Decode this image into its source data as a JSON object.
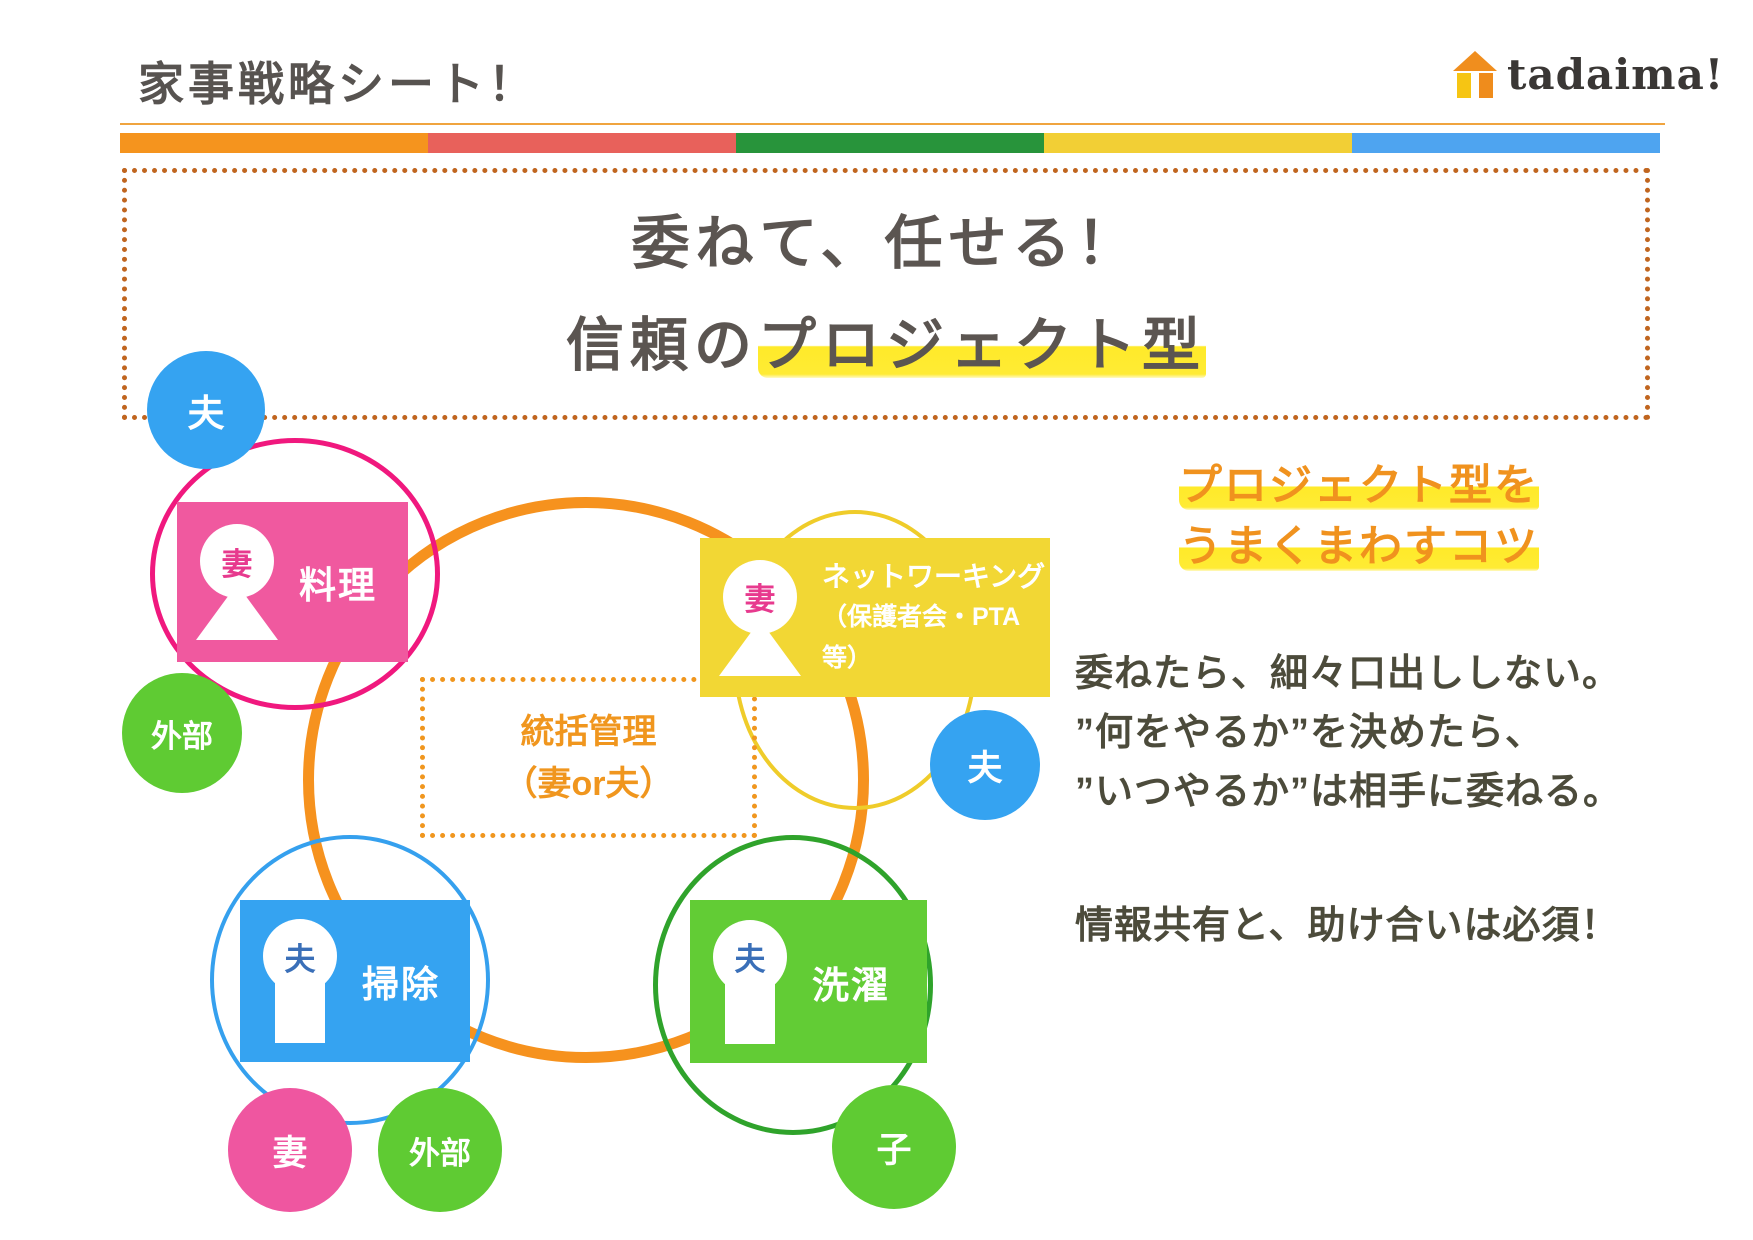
{
  "header": {
    "title": "家事戦略シート！",
    "logo_text": "tadaima!"
  },
  "bar_colors": [
    "#F5941E",
    "#E8615B",
    "#28943B",
    "#F2CF35",
    "#4EA4F0"
  ],
  "title_box": {
    "line1": "委ねて、任せる！",
    "line2_plain": "信頼の",
    "line2_highlight": "プロジェクト型"
  },
  "diagram": {
    "center_box": {
      "line1": "統括管理",
      "line2": "（妻or夫）"
    },
    "tasks": {
      "cooking": {
        "label": "料理",
        "owner": "妻"
      },
      "networking": {
        "label": "ネットワーキング",
        "sublabel": "（保護者会・PTA等）",
        "owner": "妻"
      },
      "cleaning": {
        "label": "掃除",
        "owner": "夫"
      },
      "laundry": {
        "label": "洗濯",
        "owner": "夫"
      }
    },
    "satellites": {
      "husband_top": "夫",
      "external_left": "外部",
      "husband_right": "夫",
      "wife_bottom": "妻",
      "external_bottom": "外部",
      "child_bottom": "子"
    }
  },
  "sidebar": {
    "heading_line1": "プロジェクト型を",
    "heading_line2": "うまくまわすコツ",
    "body_lines": [
      "委ねたら、細々口出ししない。",
      "”何をやるか”を決めたら、",
      "”いつやるか”は相手に委ねる。"
    ],
    "note": "情報共有と、助け合いは必須！"
  },
  "colors": {
    "accent_orange": "#F5921E",
    "dotted_box_brown": "#C0651F",
    "dotted_box_orange": "#F0961E",
    "pink_fill": "#F0599F",
    "pink_stroke": "#F0187E",
    "wife_text_pink": "#E73A8E",
    "blue_fill": "#35A3F1",
    "husband_text_blue": "#3A6FB8",
    "green_fill": "#5FCB33",
    "green_stroke": "#2FA32B",
    "yellow_fill": "#F2D734",
    "yellow_stroke": "#EFCC2A",
    "highlight_yellow": "#FFE91E",
    "heading_gray": "#575350",
    "body_text": "#4C4B3B"
  }
}
